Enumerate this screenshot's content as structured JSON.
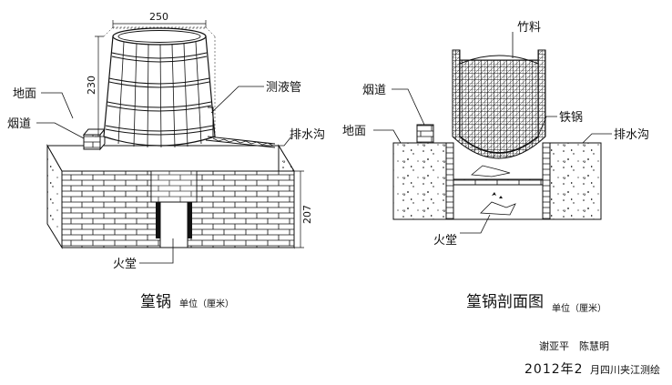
{
  "left_figure": {
    "labels": {
      "ground": "地面",
      "flue": "烟道",
      "level_pipe": "测液管",
      "drain": "排水沟",
      "fire_chamber": "火堂"
    },
    "dimensions": {
      "diameter": "250",
      "height": "230",
      "base_height": "207"
    },
    "caption": "篁锅",
    "unit": "单位（厘米）"
  },
  "right_figure": {
    "labels": {
      "bamboo_material": "竹料",
      "flue": "烟道",
      "iron_pot": "铁锅",
      "ground": "地面",
      "drain": "排水沟",
      "fire_chamber": "火堂"
    },
    "caption": "篁锅剖面图",
    "unit": "单位（厘米）"
  },
  "credits": {
    "authors": "谢亚平　陈慧明",
    "date_prefix": "2012年2",
    "date_suffix": "月四川夹江测绘"
  },
  "colors": {
    "line": "#111111",
    "background": "#ffffff"
  }
}
